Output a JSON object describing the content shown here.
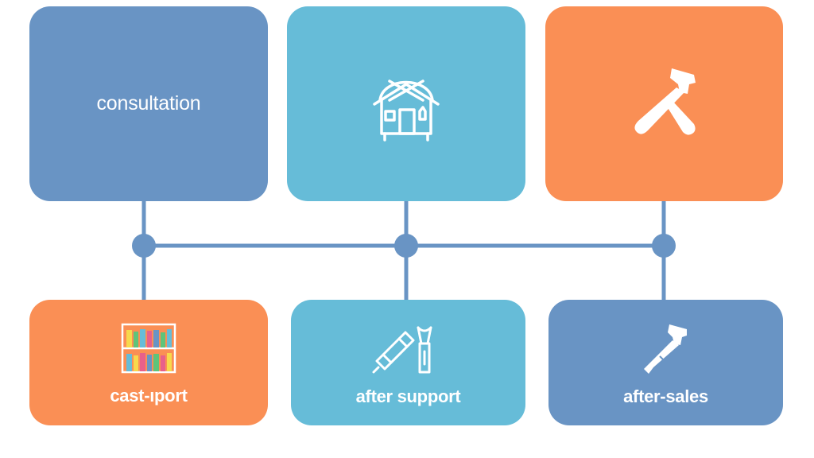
{
  "cards": {
    "top_left": {
      "label": "consultation",
      "color": "#6994c4"
    },
    "top_mid": {
      "icon": "house-icon",
      "color": "#66bcd8"
    },
    "top_right": {
      "icon": "wrench-icon",
      "color": "#fa8f55"
    },
    "bottom_left": {
      "label": "cast-ıport",
      "icon": "bookshelf-icon",
      "color": "#fa8f55"
    },
    "bottom_mid": {
      "label": "after support",
      "icon": "tools-icon",
      "color": "#66bcd8"
    },
    "bottom_right": {
      "label": "after-sales",
      "icon": "wrench-icon",
      "color": "#6994c4"
    }
  },
  "connector_color": "#6994c4"
}
